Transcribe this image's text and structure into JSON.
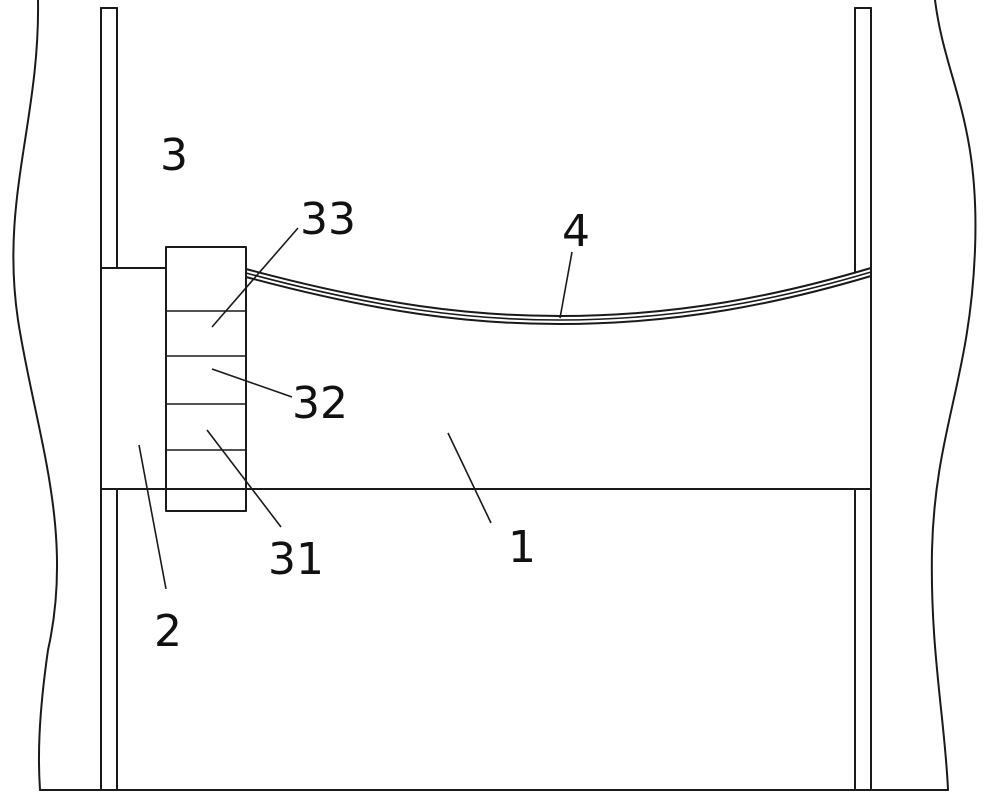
{
  "figure": {
    "reference_numerals": {
      "plate": "1",
      "side_block": "2",
      "box": "3",
      "box_layer_bottom": "31",
      "box_layer_middle": "32",
      "box_layer_top": "33",
      "curved_strip": "4"
    },
    "colors": {
      "line": "#1a1a1a",
      "background": "#ffffff"
    }
  }
}
